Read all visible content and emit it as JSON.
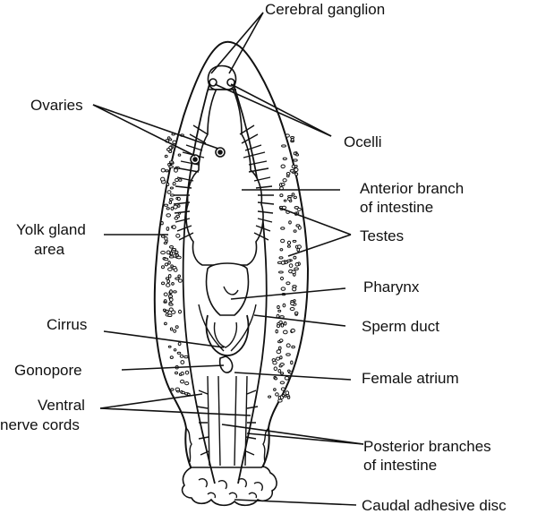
{
  "labels": {
    "cerebral_ganglion": "Cerebral ganglion",
    "ovaries": "Ovaries",
    "ocelli": "Ocelli",
    "anterior_branch_1": "Anterior branch",
    "anterior_branch_2": "of intestine",
    "yolk_gland_1": "Yolk gland",
    "yolk_gland_2": "area",
    "testes": "Testes",
    "pharynx": "Pharynx",
    "cirrus": "Cirrus",
    "sperm_duct": "Sperm duct",
    "gonopore": "Gonopore",
    "female_atrium": "Female atrium",
    "ventral_nerve_1": "Ventral",
    "ventral_nerve_2": "nerve cords",
    "posterior_branches_1": "Posterior branches",
    "posterior_branches_2": "of intestine",
    "caudal_disc": "Caudal adhesive disc"
  }
}
